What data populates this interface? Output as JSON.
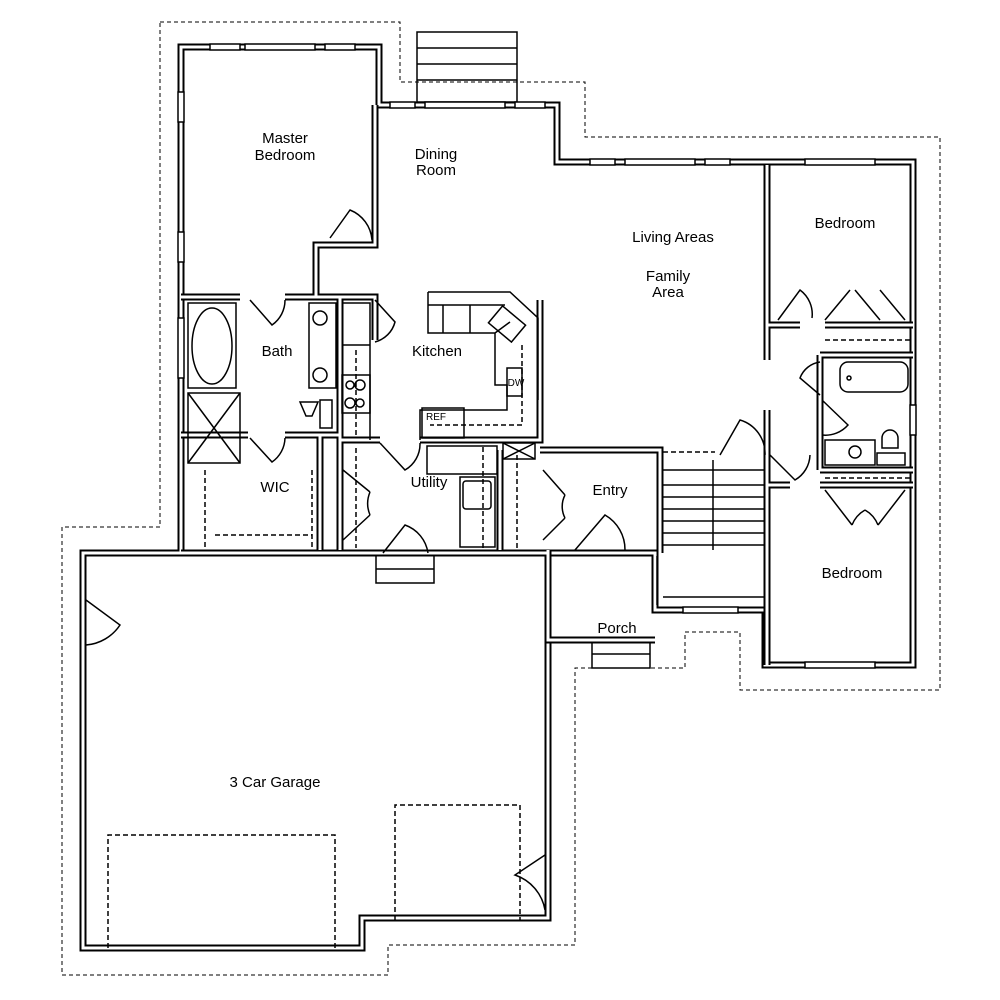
{
  "plan": {
    "rooms": {
      "master_bedroom": [
        "Master",
        "Bedroom"
      ],
      "dining_room": [
        "Dining",
        "Room"
      ],
      "living_areas": "Living Areas",
      "family_area": [
        "Family",
        "Area"
      ],
      "bedroom_1": "Bedroom",
      "bedroom_2": "Bedroom",
      "bath": "Bath",
      "kitchen": "Kitchen",
      "wic": "WIC",
      "utility": "Utility",
      "entry": "Entry",
      "porch": "Porch",
      "garage": "3 Car Garage"
    },
    "fixtures": {
      "refrigerator": "REF",
      "dishwasher": "DW"
    },
    "colors": {
      "line": "#000000",
      "background": "#ffffff"
    }
  }
}
